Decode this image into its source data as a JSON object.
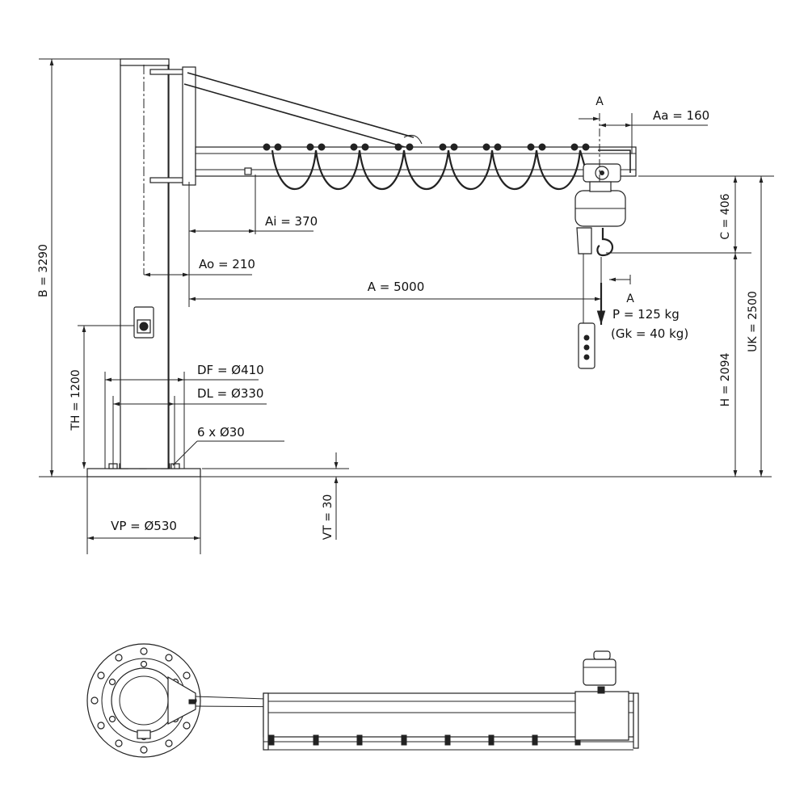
{
  "labels": {
    "section_a_top": "A",
    "section_a_bottom": "A",
    "aa": "Aa = 160",
    "ai": "Ai = 370",
    "ao": "Ao = 210",
    "a": "A = 5000",
    "b": "B = 3290",
    "th": "TH = 1200",
    "df": "DF = Ø410",
    "dl": "DL = Ø330",
    "holes": "6 x Ø30",
    "vp": "VP = Ø530",
    "vt": "VT = 30",
    "c": "C = 406",
    "uk": "UK = 2500",
    "h": "H = 2094",
    "load": "P = 125 kg",
    "gk": "(Gk = 40 kg)"
  }
}
